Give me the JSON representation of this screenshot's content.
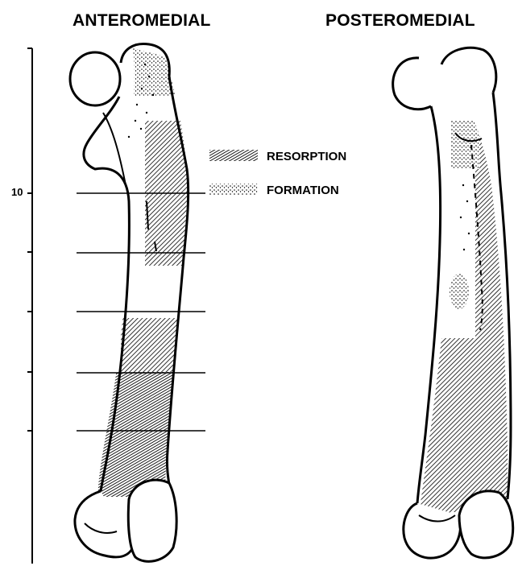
{
  "titles": {
    "left": "ANTEROMEDIAL",
    "right": "POSTEROMEDIAL"
  },
  "legend": {
    "resorption": "RESORPTION",
    "formation": "FORMATION"
  },
  "scale": {
    "tick_label": "10"
  },
  "colors": {
    "ink": "#000000",
    "paper": "#ffffff"
  }
}
